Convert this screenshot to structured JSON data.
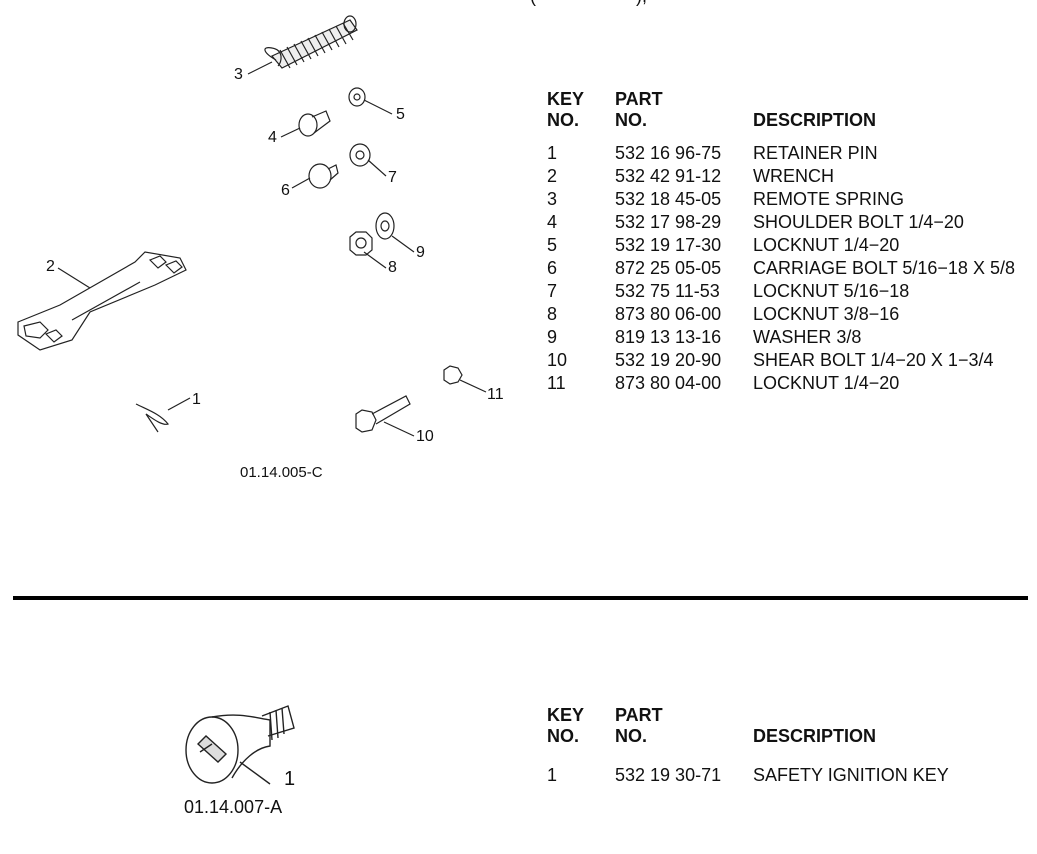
{
  "top_cut_text": "(                    ),",
  "section1": {
    "figure_label": "01.14.005-C",
    "callouts": [
      "1",
      "2",
      "3",
      "4",
      "5",
      "6",
      "7",
      "8",
      "9",
      "10",
      "11"
    ],
    "headers": {
      "key_line1": "KEY",
      "key_line2": "NO.",
      "part_line1": "PART",
      "part_line2": "NO.",
      "desc": "DESCRIPTION"
    },
    "rows": [
      {
        "key": "1",
        "part": "532 16 96-75",
        "desc": "RETAINER PIN"
      },
      {
        "key": "2",
        "part": "532 42 91-12",
        "desc": "WRENCH"
      },
      {
        "key": "3",
        "part": "532 18 45-05",
        "desc": "REMOTE SPRING"
      },
      {
        "key": "4",
        "part": "532 17 98-29",
        "desc": "SHOULDER BOLT 1/4−20"
      },
      {
        "key": "5",
        "part": "532 19 17-30",
        "desc": "LOCKNUT 1/4−20"
      },
      {
        "key": "6",
        "part": "872 25 05-05",
        "desc": "CARRIAGE BOLT 5/16−18 X 5/8"
      },
      {
        "key": "7",
        "part": "532 75 11-53",
        "desc": "LOCKNUT 5/16−18"
      },
      {
        "key": "8",
        "part": "873 80 06-00",
        "desc": "LOCKNUT 3/8−16"
      },
      {
        "key": "9",
        "part": "819 13 13-16",
        "desc": "WASHER 3/8"
      },
      {
        "key": "10",
        "part": "532 19 20-90",
        "desc": "SHEAR BOLT 1/4−20 X 1−3/4"
      },
      {
        "key": "11",
        "part": "873 80 04-00",
        "desc": "LOCKNUT 1/4−20"
      }
    ]
  },
  "section2": {
    "figure_label": "01.14.007-A",
    "callouts": [
      "1"
    ],
    "headers": {
      "key_line1": "KEY",
      "key_line2": "NO.",
      "part_line1": "PART",
      "part_line2": "NO.",
      "desc": "DESCRIPTION"
    },
    "rows": [
      {
        "key": "1",
        "part": "532 19 30-71",
        "desc": "SAFETY IGNITION KEY"
      }
    ]
  }
}
